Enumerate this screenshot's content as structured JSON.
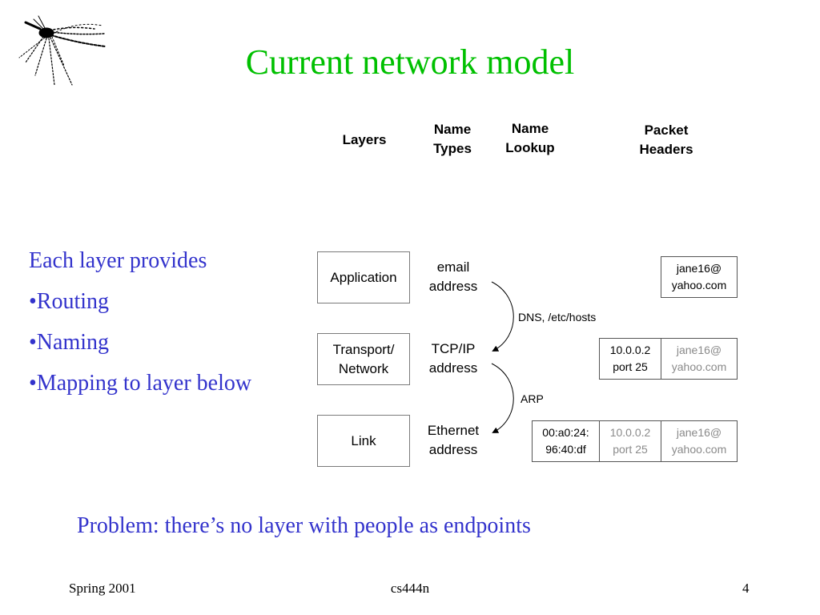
{
  "slide": {
    "title": "Current network model",
    "columns": {
      "layers": "Layers",
      "name_types": [
        "Name",
        "Types"
      ],
      "name_lookup": [
        "Name",
        "Lookup"
      ],
      "packet_headers": [
        "Packet",
        "Headers"
      ]
    },
    "bullets": {
      "intro": "Each layer provides",
      "items": [
        "•Routing",
        "•Naming",
        "•Mapping to layer below"
      ]
    },
    "layers": [
      {
        "name": [
          "Application"
        ],
        "name_type": [
          "email",
          "address"
        ]
      },
      {
        "name": [
          "Transport/",
          "Network"
        ],
        "name_type": [
          "TCP/IP",
          "address"
        ]
      },
      {
        "name": [
          "Link"
        ],
        "name_type": [
          "Ethernet",
          "address"
        ]
      }
    ],
    "lookups": [
      "DNS, /etc/hosts",
      "ARP"
    ],
    "headers": {
      "application": {
        "email": [
          "jane16@",
          "yahoo.com"
        ]
      },
      "transport": {
        "ip": [
          "10.0.0.2",
          "port 25"
        ],
        "email": [
          "jane16@",
          "yahoo.com"
        ]
      },
      "link": {
        "mac": [
          "00:a0:24:",
          "96:40:df"
        ],
        "ip": [
          "10.0.0.2",
          "port 25"
        ],
        "email": [
          "jane16@",
          "yahoo.com"
        ]
      }
    },
    "problem": "Problem: there’s no layer with people as endpoints",
    "footer": {
      "left": "Spring 2001",
      "center": "cs444n",
      "right": "4"
    }
  }
}
